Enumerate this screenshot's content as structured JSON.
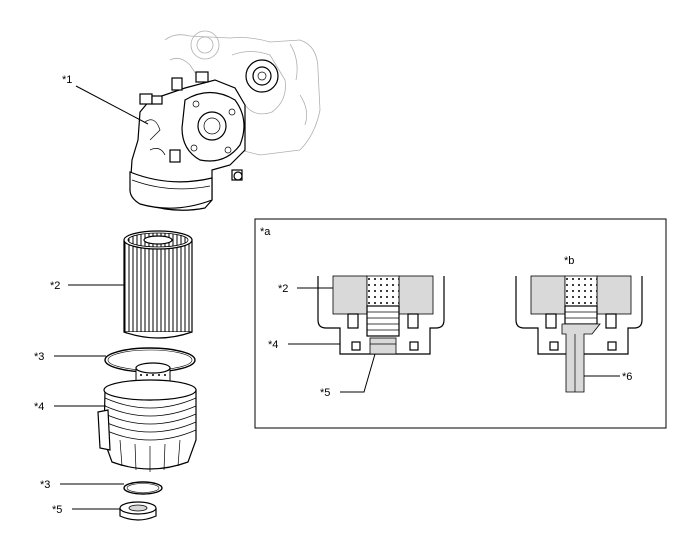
{
  "labels": {
    "l1": "*1",
    "l2": "*2",
    "l3a": "*3",
    "l4": "*4",
    "l3b": "*3",
    "l5": "*5",
    "inset_a": "*a",
    "inset_2": "*2",
    "inset_4": "*4",
    "inset_5": "*5",
    "inset_b": "*b",
    "inset_6": "*6"
  }
}
